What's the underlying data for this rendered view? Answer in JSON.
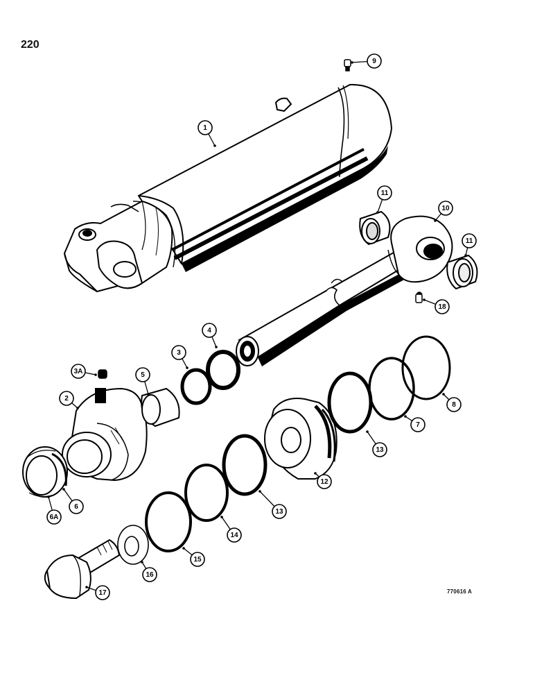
{
  "page_number": "220",
  "reference_code": "770616 A",
  "callouts": [
    "1",
    "2",
    "3",
    "3A",
    "4",
    "5",
    "6",
    "6A",
    "7",
    "8",
    "9",
    "10",
    "11",
    "11",
    "12",
    "13",
    "13",
    "14",
    "15",
    "16",
    "17",
    "18"
  ]
}
